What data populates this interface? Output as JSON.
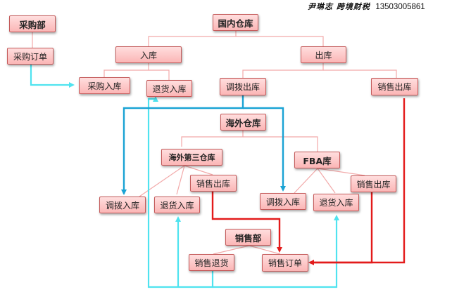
{
  "watermark": {
    "author": "尹琳志 跨境财税",
    "phone": "13503005861"
  },
  "nodes": {
    "purchasing_dept": "采购部",
    "purchase_order": "采购订单",
    "domestic_warehouse": "国内仓库",
    "inbound": "入库",
    "outbound": "出库",
    "purchase_inbound": "采购入库",
    "return_inbound": "退货入库",
    "transfer_outbound": "调拨出库",
    "sales_outbound": "销售出库",
    "overseas_warehouse": "海外仓库",
    "overseas_third_party_warehouse": "海外第三仓库",
    "fba_warehouse": "FBA库",
    "tp_sales_outbound": "销售出库",
    "fba_sales_outbound": "销售出库",
    "tp_transfer_inbound": "调拨入库",
    "tp_return_inbound": "退货入库",
    "fba_transfer_inbound": "调拨入库",
    "fba_return_inbound": "退货入库",
    "sales_dept": "销售部",
    "sales_return": "销售退货",
    "sales_order": "销售订单"
  },
  "colors": {
    "tree_line": "#f2a9a9",
    "cyan_flow": "#4fe3ef",
    "blue_flow": "#1aa3d4",
    "red_flow": "#e31b1b"
  }
}
